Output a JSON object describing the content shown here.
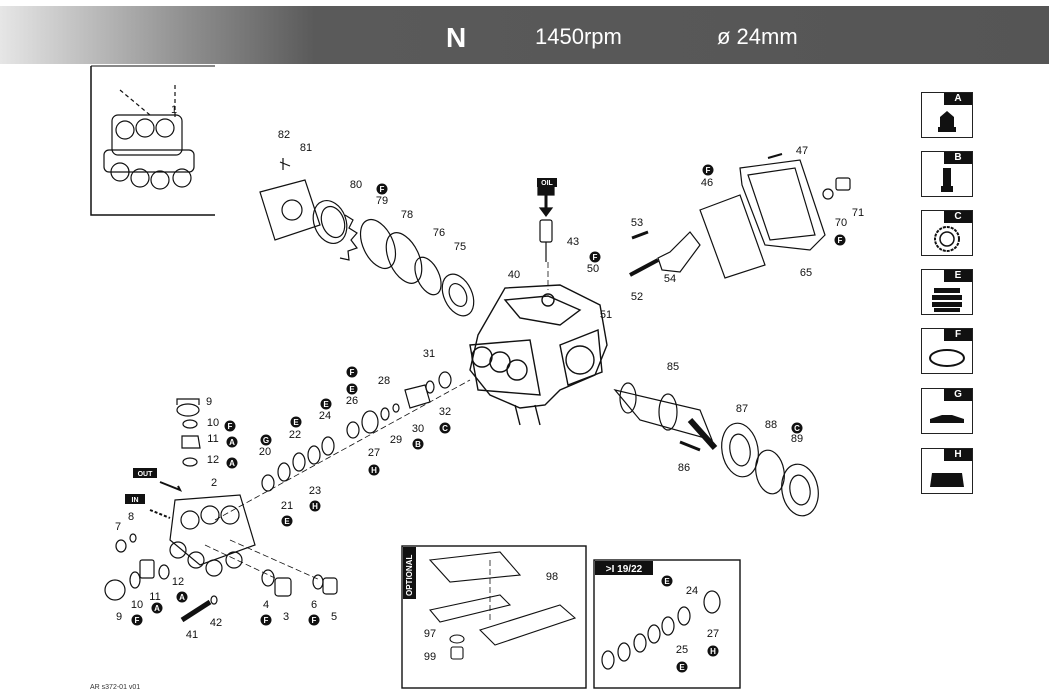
{
  "header": {
    "model": "N",
    "rpm": "1450rpm",
    "diameter": "ø 24mm"
  },
  "tags": {
    "oil": "OIL",
    "out": "OUT",
    "in": "IN",
    "optional": "OPTIONAL",
    "version": ">I 19/22"
  },
  "legend": [
    {
      "letter": "A",
      "icon": "valve-icon"
    },
    {
      "letter": "B",
      "icon": "plunger-icon"
    },
    {
      "letter": "C",
      "icon": "seal-ring-icon"
    },
    {
      "letter": "E",
      "icon": "packing-stack-icon"
    },
    {
      "letter": "F",
      "icon": "o-ring-icon"
    },
    {
      "letter": "G",
      "icon": "flat-gasket-icon"
    },
    {
      "letter": "H",
      "icon": "head-ring-icon"
    }
  ],
  "footer": "AR s372-01 v01",
  "labels": [
    {
      "t": "1"
    },
    {
      "t": "2"
    },
    {
      "t": "3"
    },
    {
      "t": "4"
    },
    {
      "t": "5"
    },
    {
      "t": "6"
    },
    {
      "t": "7"
    },
    {
      "t": "8"
    },
    {
      "t": "9"
    },
    {
      "t": "10"
    },
    {
      "t": "11"
    },
    {
      "t": "12"
    },
    {
      "t": "9"
    },
    {
      "t": "10"
    },
    {
      "t": "11"
    },
    {
      "t": "12"
    },
    {
      "t": "20"
    },
    {
      "t": "21"
    },
    {
      "t": "22"
    },
    {
      "t": "23"
    },
    {
      "t": "24"
    },
    {
      "t": "26"
    },
    {
      "t": "27"
    },
    {
      "t": "28"
    },
    {
      "t": "29"
    },
    {
      "t": "30"
    },
    {
      "t": "31"
    },
    {
      "t": "32"
    },
    {
      "t": "40"
    },
    {
      "t": "41"
    },
    {
      "t": "42"
    },
    {
      "t": "43"
    },
    {
      "t": "46"
    },
    {
      "t": "47"
    },
    {
      "t": "50"
    },
    {
      "t": "51"
    },
    {
      "t": "52"
    },
    {
      "t": "53"
    },
    {
      "t": "54"
    },
    {
      "t": "65"
    },
    {
      "t": "70"
    },
    {
      "t": "71"
    },
    {
      "t": "75"
    },
    {
      "t": "76"
    },
    {
      "t": "78"
    },
    {
      "t": "79"
    },
    {
      "t": "80"
    },
    {
      "t": "81"
    },
    {
      "t": "82"
    },
    {
      "t": "85"
    },
    {
      "t": "86"
    },
    {
      "t": "87"
    },
    {
      "t": "88"
    },
    {
      "t": "89"
    },
    {
      "t": "97"
    },
    {
      "t": "98"
    },
    {
      "t": "99"
    },
    {
      "t": "24"
    },
    {
      "t": "25"
    },
    {
      "t": "27"
    }
  ],
  "badges": [
    {
      "t": "F"
    },
    {
      "t": "A"
    },
    {
      "t": "A"
    },
    {
      "t": "F"
    },
    {
      "t": "A"
    },
    {
      "t": "A"
    },
    {
      "t": "F"
    },
    {
      "t": "F"
    },
    {
      "t": "G"
    },
    {
      "t": "E"
    },
    {
      "t": "E"
    },
    {
      "t": "H"
    },
    {
      "t": "E"
    },
    {
      "t": "F"
    },
    {
      "t": "E"
    },
    {
      "t": "H"
    },
    {
      "t": "B"
    },
    {
      "t": "C"
    },
    {
      "t": "F"
    },
    {
      "t": "F"
    },
    {
      "t": "F"
    },
    {
      "t": "F"
    },
    {
      "t": "C"
    },
    {
      "t": "E"
    },
    {
      "t": "E"
    },
    {
      "t": "H"
    }
  ]
}
